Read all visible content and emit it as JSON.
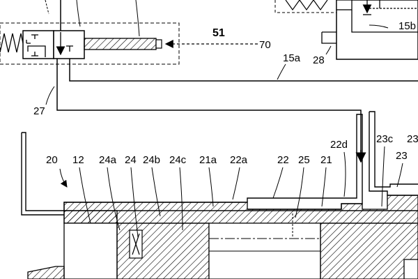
{
  "labels": {
    "l51": "51",
    "l70": "70",
    "l15a": "15a",
    "l28": "28",
    "l15b": "15b",
    "l27": "27",
    "l20": "20",
    "l12": "12",
    "l24a": "24a",
    "l24": "24",
    "l24b": "24b",
    "l24c": "24c",
    "l21a": "21a",
    "l22a": "22a",
    "l22": "22",
    "l25": "25",
    "l21": "21",
    "l22d": "22d",
    "l23c": "23c",
    "l23": "23",
    "l23cut": "23"
  }
}
